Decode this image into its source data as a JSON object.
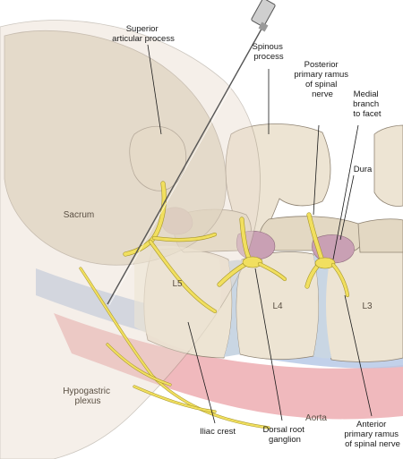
{
  "labels": {
    "superior_articular_process": [
      "Superior",
      "articular process"
    ],
    "spinous_process": [
      "Spinous",
      "process"
    ],
    "posterior_primary_ramus": [
      "Posterior",
      "primary ramus",
      "of spinal",
      "nerve"
    ],
    "medial_branch": [
      "Medial",
      "branch",
      "to facet"
    ],
    "dura": "Dura",
    "sacrum": "Sacrum",
    "l5": "L5",
    "l4": "L4",
    "l3": "L3",
    "hypogastric_plexus": [
      "Hypogastric",
      "plexus"
    ],
    "aorta": "Aorta",
    "iliac_crest": "Iliac crest",
    "dorsal_root_ganglion": [
      "Dorsal root",
      "ganglion"
    ],
    "anterior_primary_ramus": [
      "Anterior",
      "primary ramus",
      "of spinal nerve"
    ]
  },
  "colors": {
    "bone": "#ede4d3",
    "bone_shadow": "#d8ccb4",
    "bone_outline": "#8f8372",
    "disc": "#c9d6e3",
    "dura": "#c9a0b4",
    "aorta": "#f0b9bd",
    "vessel_blue": "#b7c9e6",
    "nerve": "#f1df5f",
    "pelvis_overlay": "#e9ddd0"
  },
  "icons": {
    "needle": "needle-icon"
  }
}
